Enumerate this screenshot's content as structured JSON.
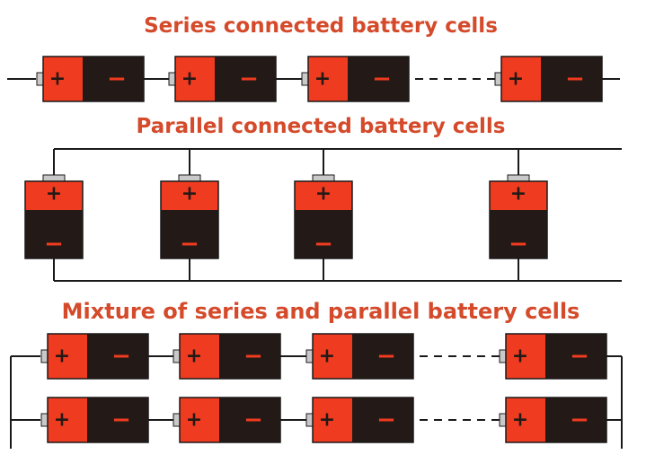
{
  "colors": {
    "title": "#d44a2a",
    "positive": "#ef3b1f",
    "negative": "#231916",
    "terminal": "#c9c9c9",
    "wire": "#1a1a1a",
    "background": "#ffffff"
  },
  "sections": {
    "series": {
      "title": "Series connected battery cells"
    },
    "parallel": {
      "title": "Parallel connected battery cells"
    },
    "mixture": {
      "title": "Mixture of series and parallel battery cells"
    }
  },
  "cell": {
    "plus": "+",
    "minus": "−"
  }
}
